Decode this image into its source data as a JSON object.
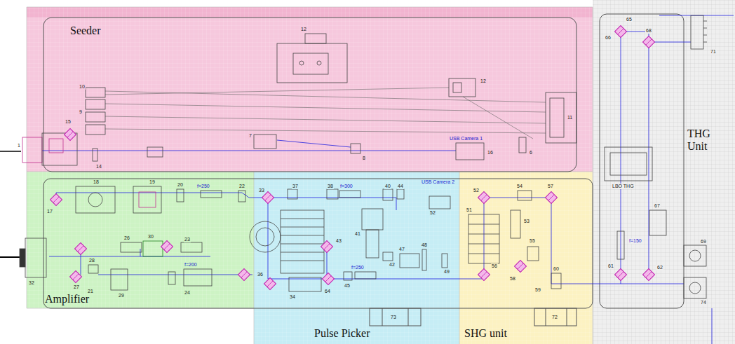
{
  "diagram": {
    "nodes": [
      {
        "text": [
          "Seeder"
        ]
      },
      {
        "text": [
          "Amplifier"
        ]
      },
      {
        "text": [
          "Pulse Picker"
        ]
      },
      {
        "text": [
          "SHG unit"
        ]
      },
      {
        "text": [
          "THG Unit"
        ]
      }
    ],
    "labels": [
      "1",
      "15",
      "10",
      "9",
      "12",
      "12",
      "11",
      "7",
      "8",
      "6",
      "14",
      "USB Camera 1",
      "16",
      "17",
      "18",
      "19",
      "20",
      "f=250",
      "22",
      "23",
      "26",
      "30",
      "28",
      "27",
      "21",
      "29",
      "f=200",
      "24",
      "32",
      "33",
      "37",
      "38",
      "f=300",
      "40",
      "44",
      "USB Camera 2",
      "52",
      "41",
      "43",
      "42",
      "47",
      "48",
      "49",
      "36",
      "34",
      "64",
      "f=250",
      "45",
      "73",
      "52",
      "51",
      "54",
      "57",
      "53",
      "55",
      "56",
      "58",
      "59",
      "60",
      "72",
      "65",
      "66",
      "68",
      "71",
      "LBO THG",
      "67",
      "f=150",
      "61",
      "62",
      "69",
      "74"
    ]
  }
}
